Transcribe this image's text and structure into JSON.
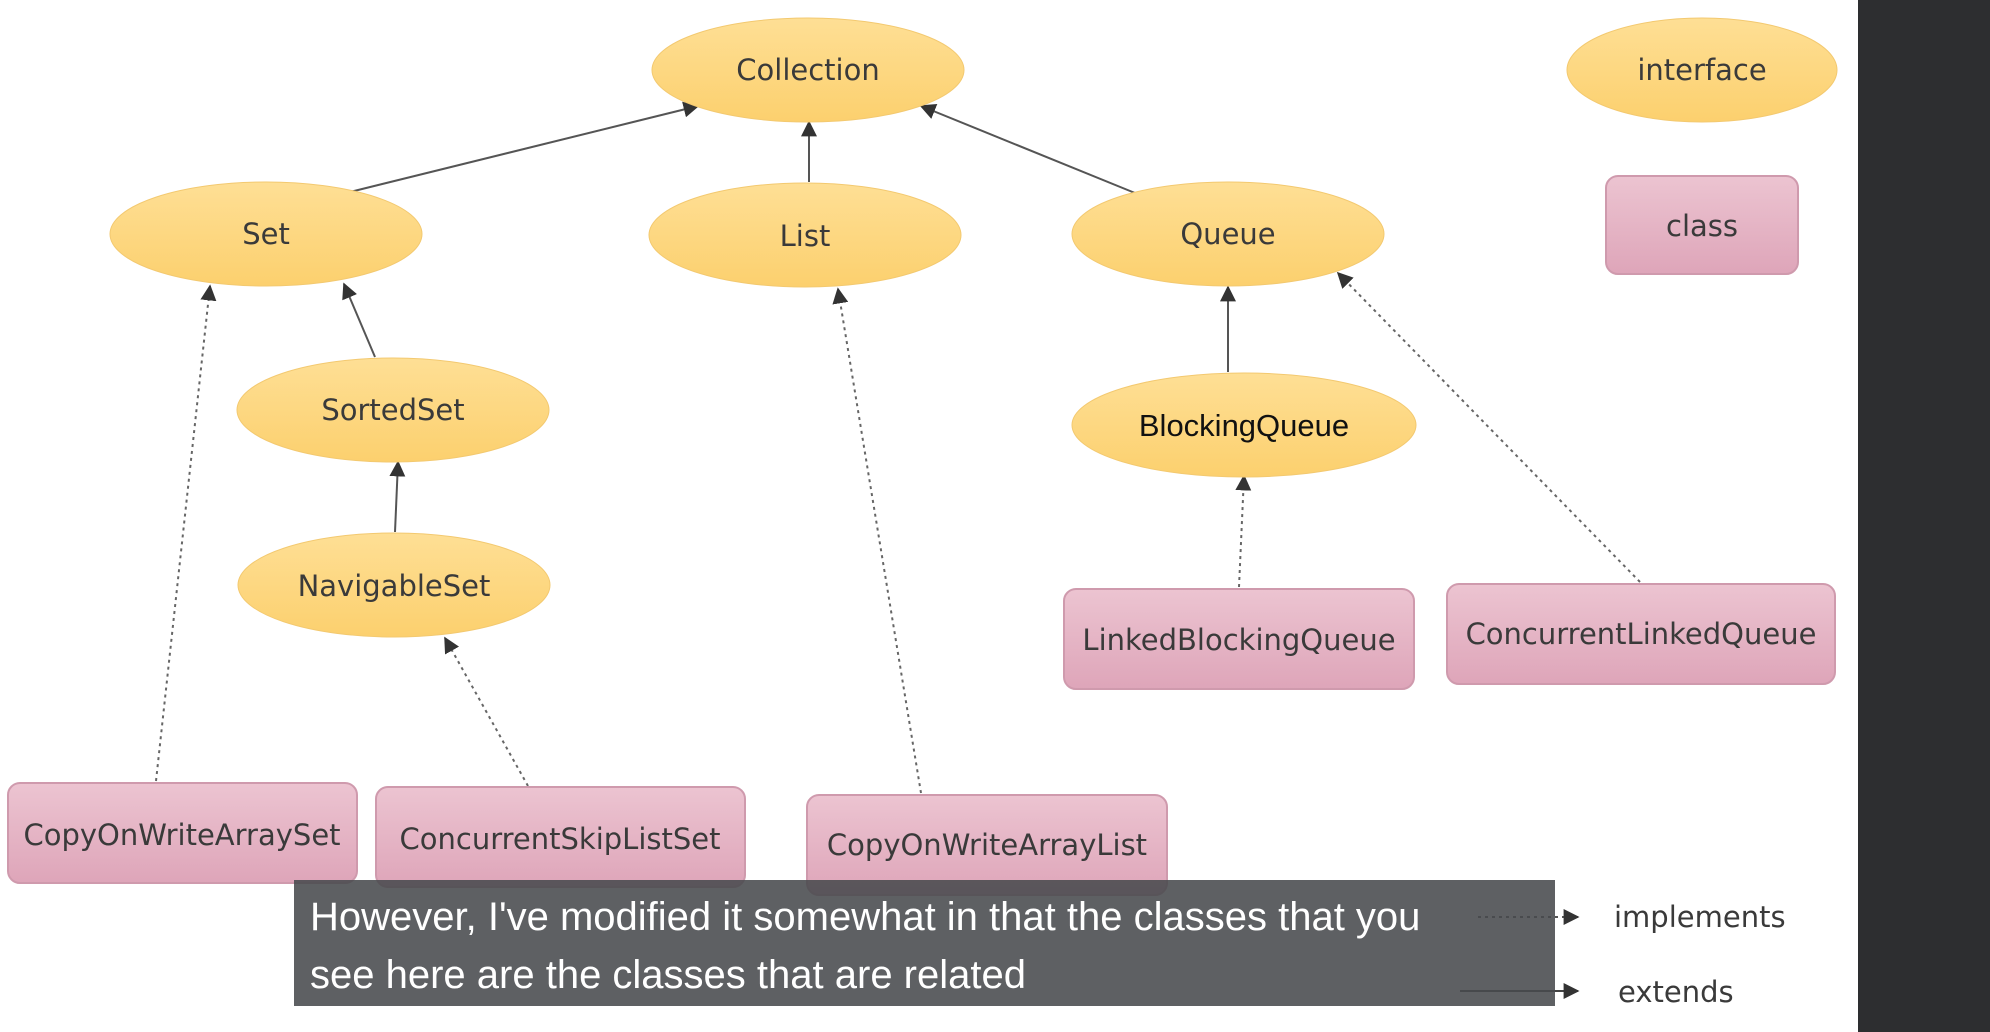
{
  "diagram": {
    "interfaces": {
      "collection": "Collection",
      "set": "Set",
      "list": "List",
      "queue": "Queue",
      "sorted_set": "SortedSet",
      "navigable_set": "NavigableSet",
      "blocking_queue": "BlockingQueue"
    },
    "classes": {
      "copy_on_write_array_set": "CopyOnWriteArraySet",
      "concurrent_skip_list_set": "ConcurrentSkipListSet",
      "copy_on_write_array_list": "CopyOnWriteArrayList",
      "linked_blocking_queue": "LinkedBlockingQueue",
      "concurrent_linked_queue": "ConcurrentLinkedQueue"
    },
    "relations": [
      {
        "from": "Set",
        "to": "Collection",
        "kind": "extends"
      },
      {
        "from": "List",
        "to": "Collection",
        "kind": "extends"
      },
      {
        "from": "Queue",
        "to": "Collection",
        "kind": "extends"
      },
      {
        "from": "SortedSet",
        "to": "Set",
        "kind": "extends"
      },
      {
        "from": "NavigableSet",
        "to": "SortedSet",
        "kind": "extends"
      },
      {
        "from": "BlockingQueue",
        "to": "Queue",
        "kind": "extends"
      },
      {
        "from": "CopyOnWriteArraySet",
        "to": "Set",
        "kind": "implements"
      },
      {
        "from": "ConcurrentSkipListSet",
        "to": "NavigableSet",
        "kind": "implements"
      },
      {
        "from": "CopyOnWriteArrayList",
        "to": "List",
        "kind": "implements"
      },
      {
        "from": "LinkedBlockingQueue",
        "to": "BlockingQueue",
        "kind": "implements"
      },
      {
        "from": "ConcurrentLinkedQueue",
        "to": "Queue",
        "kind": "implements"
      }
    ],
    "legend": {
      "interface_label": "interface",
      "class_label": "class",
      "implements_label": "implements",
      "extends_label": "extends"
    }
  },
  "subtitle": {
    "line1": "However, I've modified it somewhat in that the classes that you",
    "line2": "see here are the classes that are related"
  },
  "colors": {
    "interface_fill": "#fdd680",
    "class_fill": "#e4b1c2",
    "class_stroke": "#c98fa5",
    "arrow": "#555555",
    "sidebar": "#2d2e30"
  }
}
